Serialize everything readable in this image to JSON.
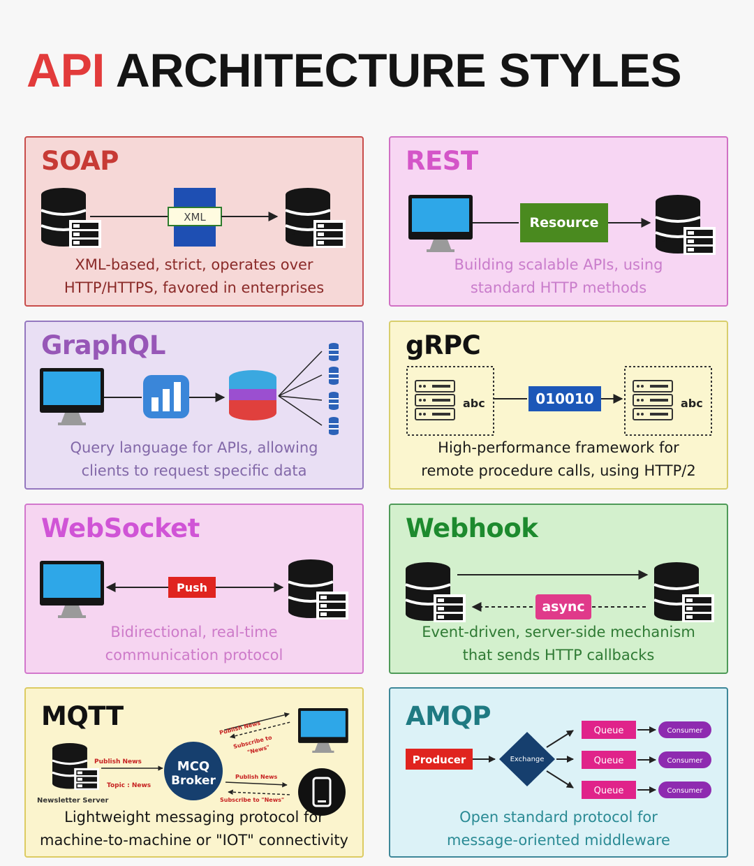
{
  "title": {
    "highlight": "API",
    "rest": "ARCHITECTURE STYLES"
  },
  "cards": {
    "soap": {
      "name": "SOAP",
      "desc1": "XML-based, strict, operates over",
      "desc2": "HTTP/HTTPS, favored in enterprises",
      "xml_label": "XML"
    },
    "rest": {
      "name": "REST",
      "desc1": "Building scalable APIs, using",
      "desc2": "standard HTTP methods",
      "resource_label": "Resource"
    },
    "graphql": {
      "name": "GraphQL",
      "desc1": "Query language for APIs, allowing",
      "desc2": "clients to request specific data"
    },
    "grpc": {
      "name": "gRPC",
      "desc1": "High-performance framework for",
      "desc2": "remote procedure calls, using HTTP/2",
      "binary_label": "010010",
      "left_label": "abc",
      "right_label": "abc"
    },
    "websocket": {
      "name": "WebSocket",
      "desc1": "Bidirectional, real-time",
      "desc2": "communication protocol",
      "push_label": "Push"
    },
    "webhook": {
      "name": "Webhook",
      "desc1": "Event-driven, server-side mechanism",
      "desc2": "that sends HTTP callbacks",
      "async_label": "async"
    },
    "mqtt": {
      "name": "MQTT",
      "desc1": "Lightweight messaging protocol for",
      "desc2": "machine-to-machine or \"IOT\" connectivity",
      "broker_line1": "MCQ",
      "broker_line2": "Broker",
      "publish_news": "Publish News",
      "topic_news": "Topic : News",
      "newsletter_server": "Newsletter Server",
      "publish_news_top": "Publish News",
      "subscribe_top": "Subscribe to",
      "subscribe_top2": "\"News\"",
      "publish_news_bottom": "Publish News",
      "subscribe_bottom": "Subscribe to \"News\""
    },
    "amqp": {
      "name": "AMQP",
      "desc1": "Open standard protocol for",
      "desc2": "message-oriented middleware",
      "producer": "Producer",
      "exchange": "Exchange",
      "queues": [
        "Queue",
        "Queue",
        "Queue"
      ],
      "consumers": [
        "Consumer",
        "Consumer",
        "Consumer"
      ]
    }
  },
  "colors": {
    "soap": "#c73a35",
    "rest": "#d455c8",
    "graphql": "#9757b7",
    "grpc": "#111111",
    "websocket": "#d054d6",
    "webhook": "#1d8a2e",
    "mqtt": "#111111",
    "amqp": "#1f7a82"
  }
}
